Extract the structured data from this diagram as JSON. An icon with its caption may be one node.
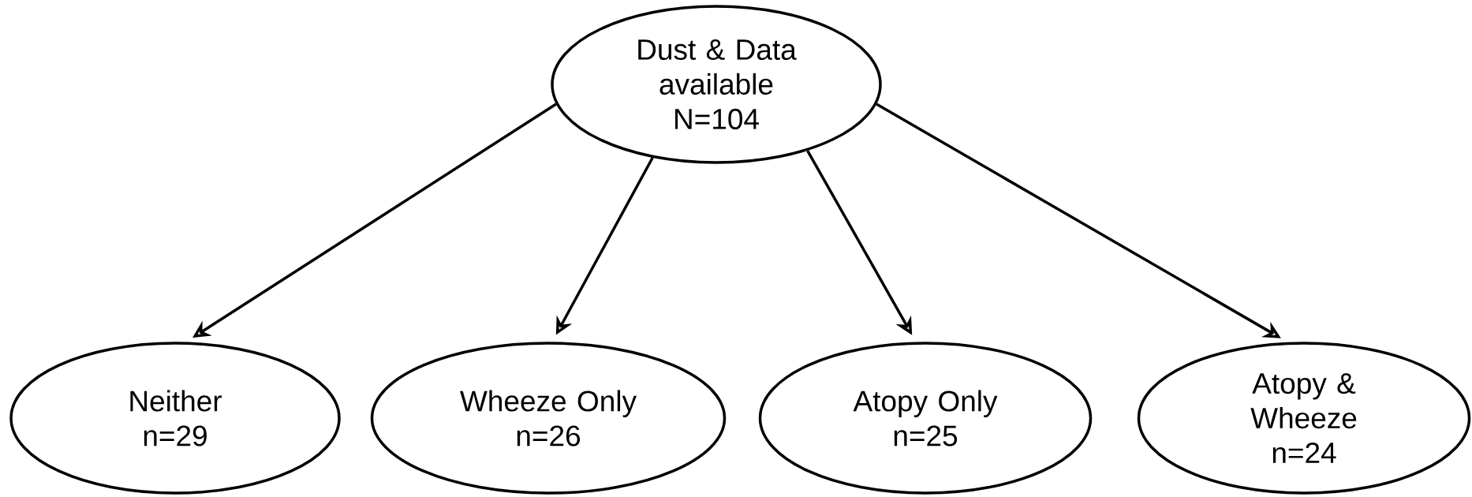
{
  "diagram": {
    "nodes": [
      {
        "text": [
          "Dust & Data available",
          "N=104"
        ]
      },
      {
        "text": [
          "Neither",
          "n=29"
        ]
      },
      {
        "text": [
          "Wheeze Only",
          "n=26"
        ]
      },
      {
        "text": [
          "Atopy Only",
          "n=25"
        ]
      },
      {
        "text": [
          "Atopy & Wheeze",
          "n=24"
        ]
      }
    ],
    "edges": [
      {
        "from": 0,
        "to": 1,
        "arrow": "to"
      },
      {
        "from": 0,
        "to": 2,
        "arrow": "to"
      },
      {
        "from": 0,
        "to": 3,
        "arrow": "to"
      },
      {
        "from": 0,
        "to": 4,
        "arrow": "to"
      }
    ]
  }
}
